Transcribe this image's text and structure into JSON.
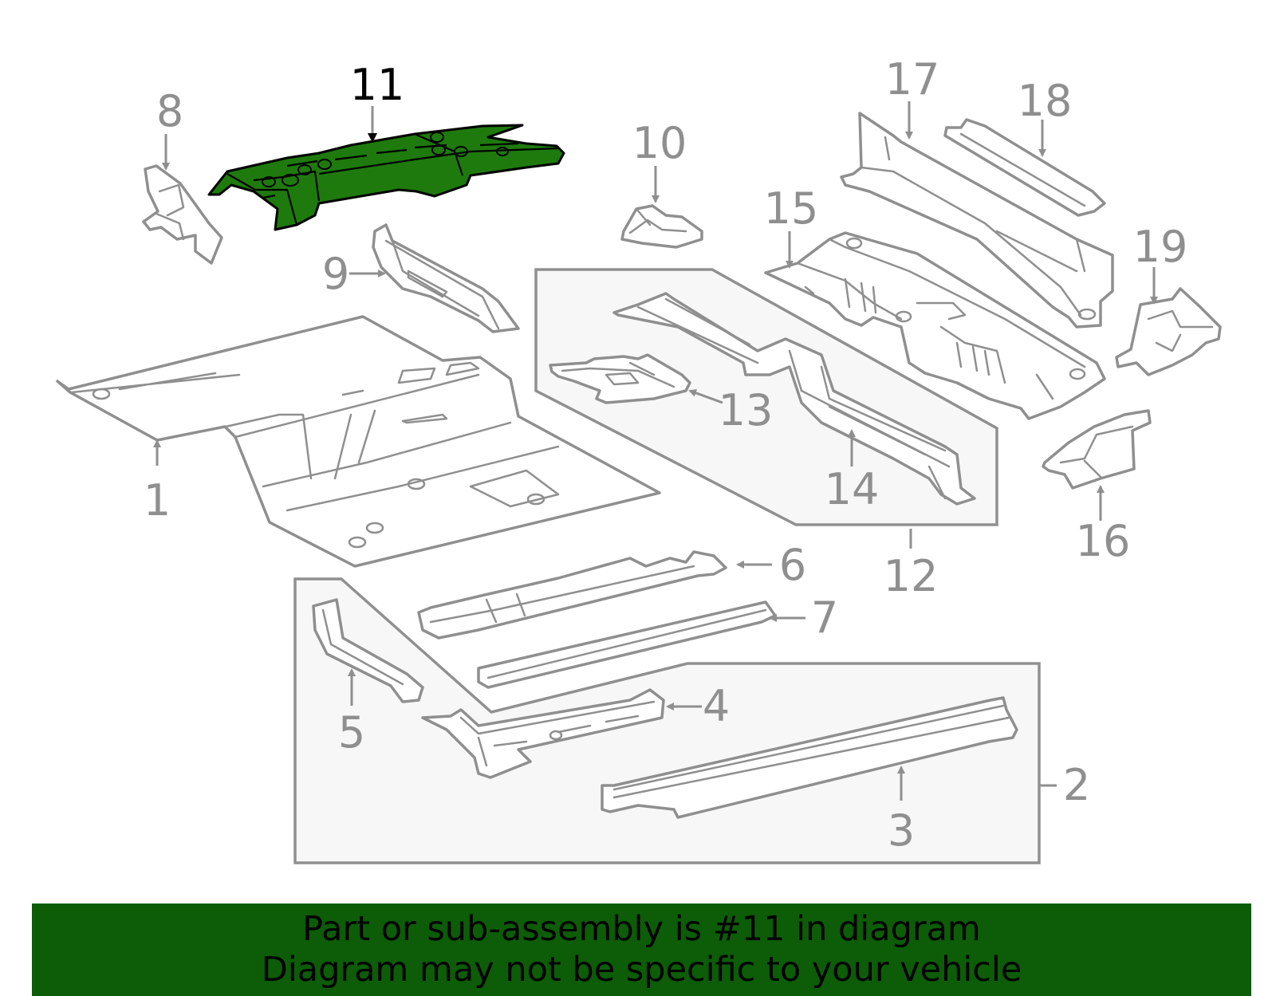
{
  "colors": {
    "highlight_fill": "#1e7a0c",
    "highlight_stroke": "#000000",
    "line_gray": "#8f8f8f",
    "box_fill": "#f7f7f7",
    "banner_bg": "#0d5c07"
  },
  "highlighted_part": "11",
  "callouts": {
    "c1": "1",
    "c2": "2",
    "c3": "3",
    "c4": "4",
    "c5": "5",
    "c6": "6",
    "c7": "7",
    "c8": "8",
    "c9": "9",
    "c10": "10",
    "c11": "11",
    "c12": "12",
    "c13": "13",
    "c14": "14",
    "c15": "15",
    "c16": "16",
    "c17": "17",
    "c18": "18",
    "c19": "19"
  },
  "banner": {
    "line1": "Part or sub-assembly is #11 in diagram",
    "line2": "Diagram may not be specific to your vehicle"
  }
}
